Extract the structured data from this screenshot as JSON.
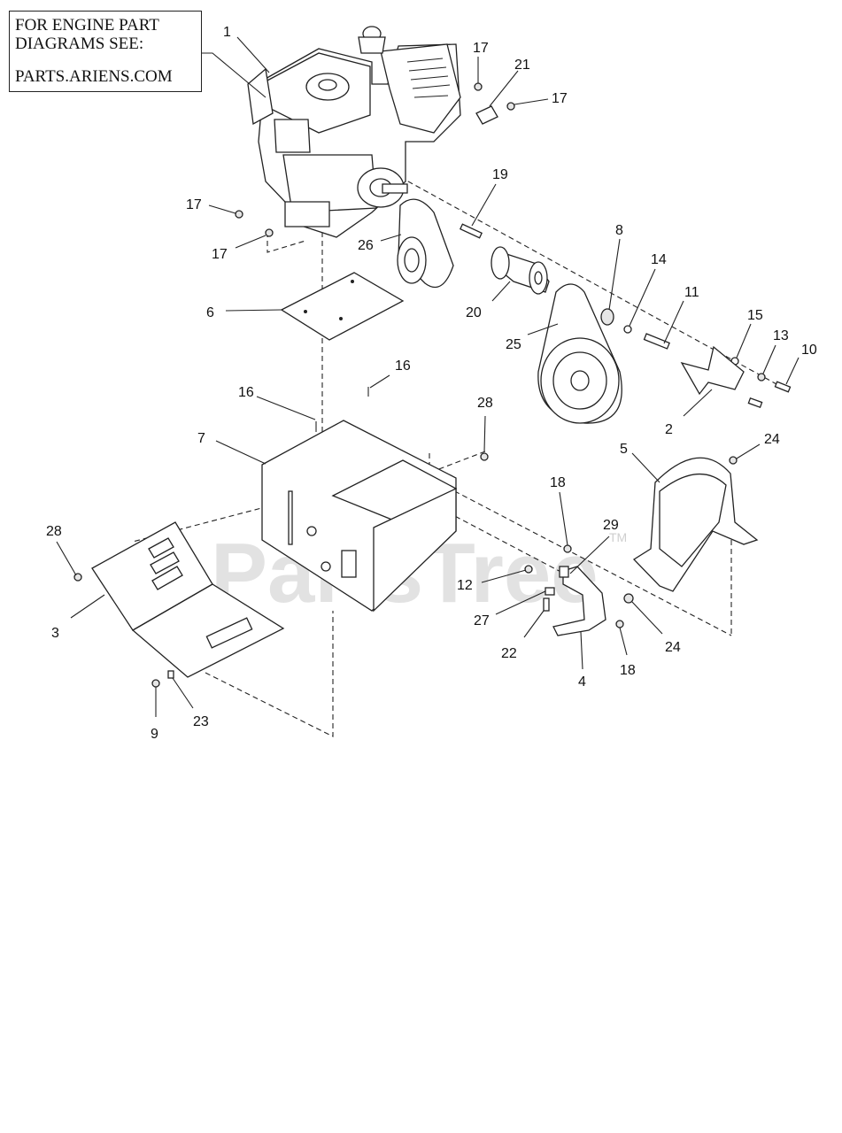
{
  "note": {
    "line1": "FOR ENGINE PART",
    "line2": "DIAGRAMS SEE:",
    "url": "PARTS.ARIENS.COM"
  },
  "watermark": {
    "text": "PartsTree",
    "tm": "TM"
  },
  "callouts": {
    "c1": "1",
    "c2": "2",
    "c3": "3",
    "c4": "4",
    "c5": "5",
    "c6": "6",
    "c7": "7",
    "c8": "8",
    "c9": "9",
    "c10": "10",
    "c11": "11",
    "c12": "12",
    "c13": "13",
    "c14": "14",
    "c15": "15",
    "c16a": "16",
    "c16b": "16",
    "c17a": "17",
    "c17b": "17",
    "c17c": "17",
    "c17d": "17",
    "c18a": "18",
    "c18b": "18",
    "c19": "19",
    "c20": "20",
    "c21": "21",
    "c22": "22",
    "c23": "23",
    "c24a": "24",
    "c24b": "24",
    "c25": "25",
    "c26": "26",
    "c27": "27",
    "c28a": "28",
    "c28b": "28",
    "c29": "29"
  }
}
